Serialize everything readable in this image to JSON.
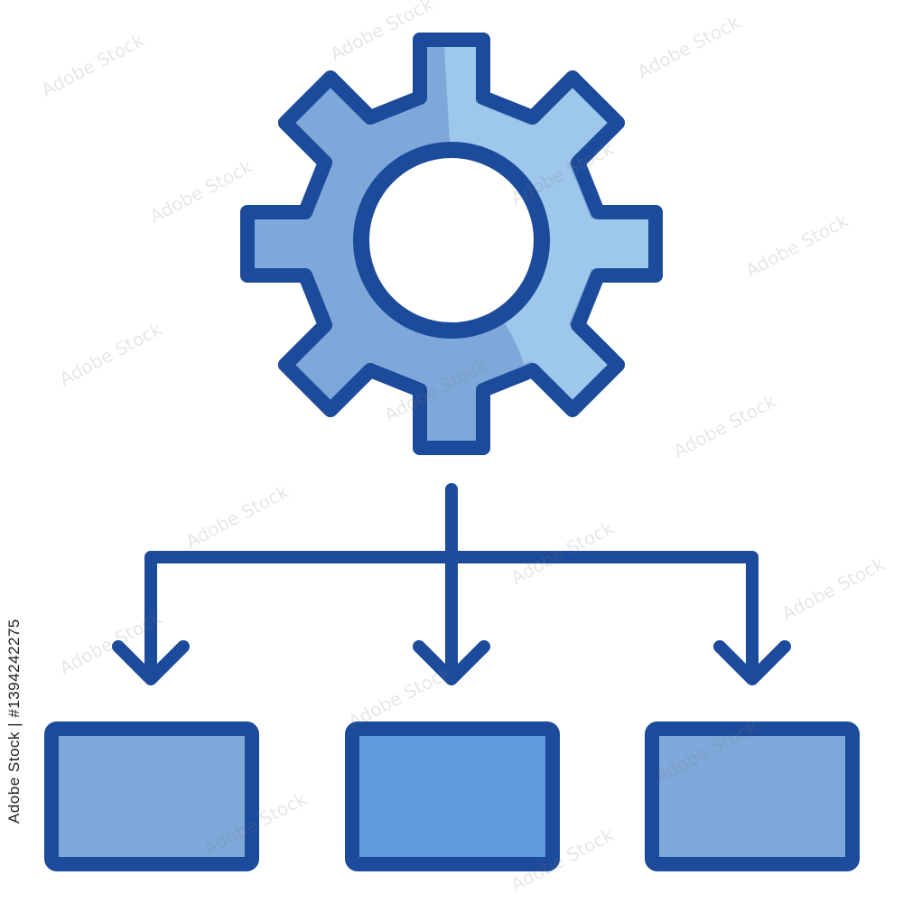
{
  "colors": {
    "stroke": "#1d4b9b",
    "gear_fill_left": "#7da8d9",
    "gear_fill_right": "#9ec7ec",
    "box_left": "#7da8d9",
    "box_middle": "#5f9bdc",
    "box_right": "#7da8d9",
    "background": "#ffffff"
  },
  "icons": {
    "gear": "gear-icon",
    "arrows": "arrow-down-icon",
    "boxes": "rectangle-node"
  },
  "image_id_text": "Adobe Stock | #1394242275",
  "watermark_text": "Adobe Stock"
}
